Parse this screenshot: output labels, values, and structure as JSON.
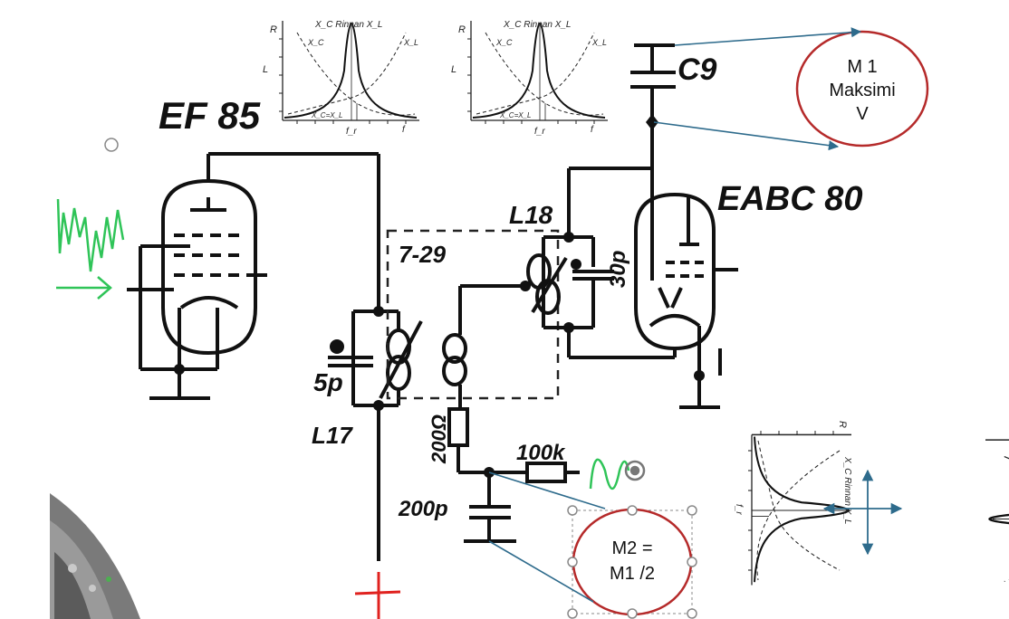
{
  "tubes": {
    "ef85": "EF 85",
    "eabc80": "EABC 80"
  },
  "components": {
    "c9": "C9",
    "l18": "L18",
    "l17": "L17",
    "band": "7-29",
    "cap30p": "30p",
    "cap5p": "5p",
    "res200": "200Ω",
    "res100k": "100k",
    "cap200p": "200p"
  },
  "resonance_graph": {
    "r_label": "R",
    "l_label": "L",
    "xc_rinnan_xl": "X_C  Rinnan  X_L",
    "xc": "X_C",
    "xl": "X_L",
    "xc_eq_xl": "X_C=X_L",
    "fr": "f_r",
    "f": "f"
  },
  "callouts": {
    "m1": {
      "line1": "M 1",
      "line2": "Maksimi",
      "line3": "V"
    },
    "m2": {
      "line1": "M2  =",
      "line2": "M1 /2"
    }
  },
  "colors": {
    "ink": "#111111",
    "callout_ring": "#b52a2a",
    "arrow": "#2e6b8c",
    "signal_green": "#2fc458",
    "plus_red": "#e0221f",
    "selection": "#888888"
  }
}
